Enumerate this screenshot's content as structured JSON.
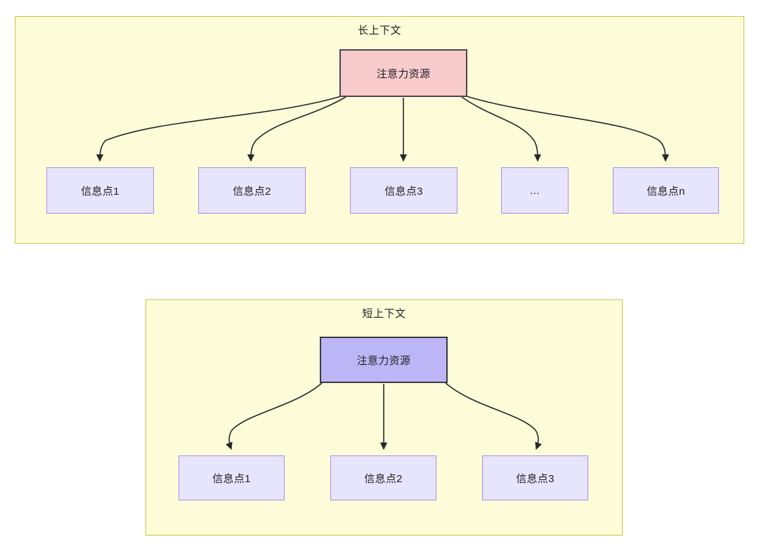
{
  "diagram": {
    "title_semantic": "attention-resource-allocation",
    "colors": {
      "panel_fill": "#fdfcd8",
      "panel_border": "#c8c44a",
      "root_long_fill": "#f8cbcd",
      "root_long_border": "#4c4552",
      "root_short_fill": "#bcb6f7",
      "root_short_border": "#3b3744",
      "leaf_fill": "#e7e4fd",
      "leaf_border": "#b18ae0",
      "edge_stroke": "#26262b",
      "text": "#1f1f1f"
    }
  },
  "long_context": {
    "title": "长上下文",
    "root": {
      "label": "注意力资源"
    },
    "leaves": [
      {
        "label": "信息点1"
      },
      {
        "label": "信息点2"
      },
      {
        "label": "信息点3"
      },
      {
        "label": "..."
      },
      {
        "label": "信息点n"
      }
    ]
  },
  "short_context": {
    "title": "短上下文",
    "root": {
      "label": "注意力资源"
    },
    "leaves": [
      {
        "label": "信息点1"
      },
      {
        "label": "信息点2"
      },
      {
        "label": "信息点3"
      }
    ]
  }
}
